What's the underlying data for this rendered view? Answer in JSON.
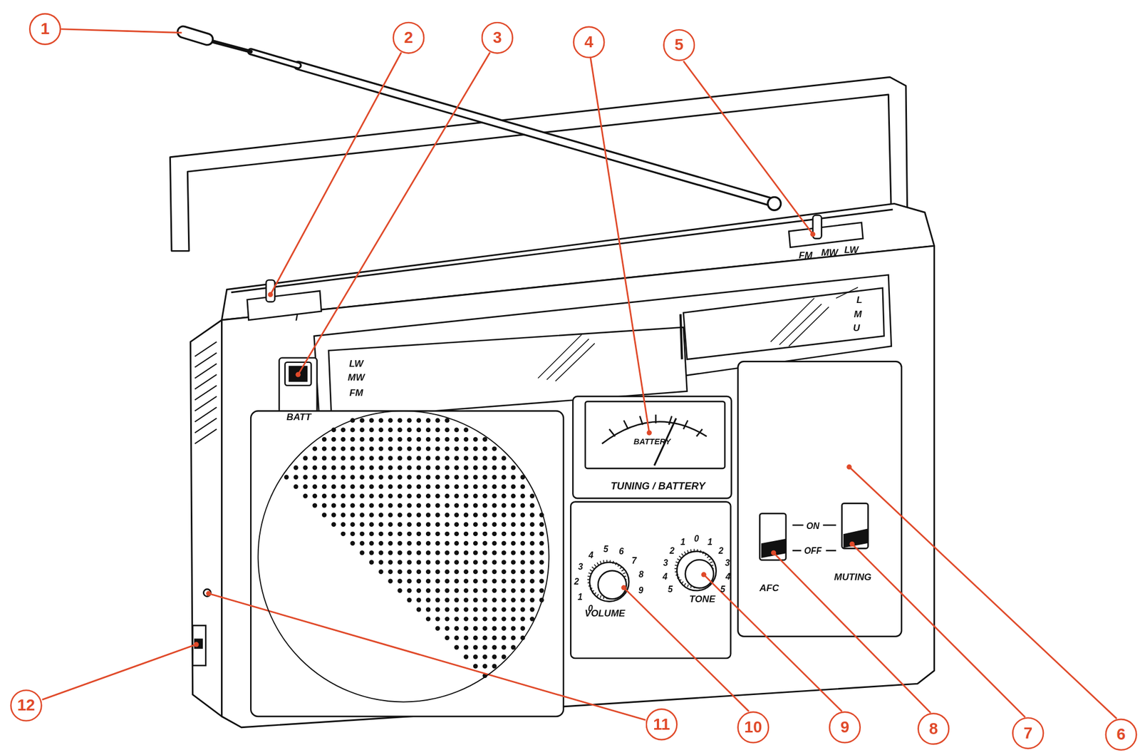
{
  "diagram": {
    "nodes": [
      {
        "text": [
          "1"
        ]
      },
      {
        "text": [
          "2"
        ]
      },
      {
        "text": [
          "3"
        ]
      },
      {
        "text": [
          "4"
        ]
      },
      {
        "text": [
          "5"
        ]
      },
      {
        "text": [
          "6"
        ]
      },
      {
        "text": [
          "7"
        ]
      },
      {
        "text": [
          "8"
        ]
      },
      {
        "text": [
          "9"
        ]
      },
      {
        "text": [
          "10"
        ]
      },
      {
        "text": [
          "11"
        ]
      },
      {
        "text": [
          "12"
        ]
      }
    ],
    "edges": [],
    "labels": [
      "FM",
      "MW",
      "LW",
      "L",
      "M",
      "U",
      "I",
      "BATT",
      "LW",
      "MW",
      "FM",
      "BATTERY",
      "TUNING / BATTERY",
      "0",
      "1",
      "2",
      "3",
      "4",
      "5",
      "6",
      "7",
      "8",
      "9",
      "VOLUME",
      "5",
      "4",
      "3",
      "2",
      "1",
      "0",
      "1",
      "2",
      "3",
      "4",
      "5",
      "TONE",
      "ON",
      "OFF",
      "AFC",
      "MUTING"
    ]
  }
}
